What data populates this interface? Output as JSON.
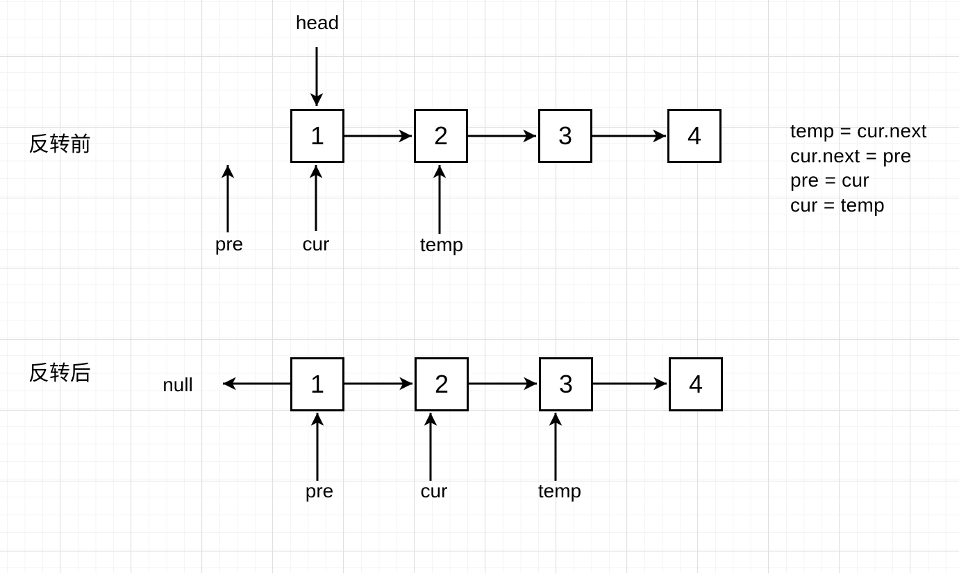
{
  "diagram": {
    "before": {
      "section_label": "反转前",
      "head_label": "head",
      "nodes": [
        "1",
        "2",
        "3",
        "4"
      ],
      "pre_label": "pre",
      "cur_label": "cur",
      "temp_label": "temp"
    },
    "after": {
      "section_label": "反转后",
      "null_label": "null",
      "nodes": [
        "1",
        "2",
        "3",
        "4"
      ],
      "pre_label": "pre",
      "cur_label": "cur",
      "temp_label": "temp"
    },
    "code_lines": [
      "temp = cur.next",
      "cur.next = pre",
      "pre = cur",
      "cur = temp"
    ],
    "colors": {
      "background": "#ffffff",
      "stroke": "#000000",
      "grid_minor": "#f4f4f4",
      "grid_major": "#e0e0e0"
    }
  }
}
